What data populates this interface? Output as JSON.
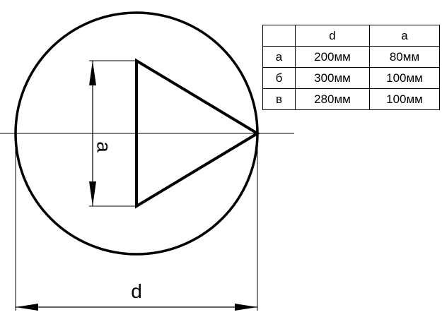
{
  "labels": {
    "side": "a",
    "diameter": "d"
  },
  "table": {
    "header": [
      "",
      "d",
      "a"
    ],
    "rows": [
      [
        "а",
        "200мм",
        "80мм"
      ],
      [
        "б",
        "300мм",
        "100мм"
      ],
      [
        "в",
        "280мм",
        "100мм"
      ]
    ]
  }
}
